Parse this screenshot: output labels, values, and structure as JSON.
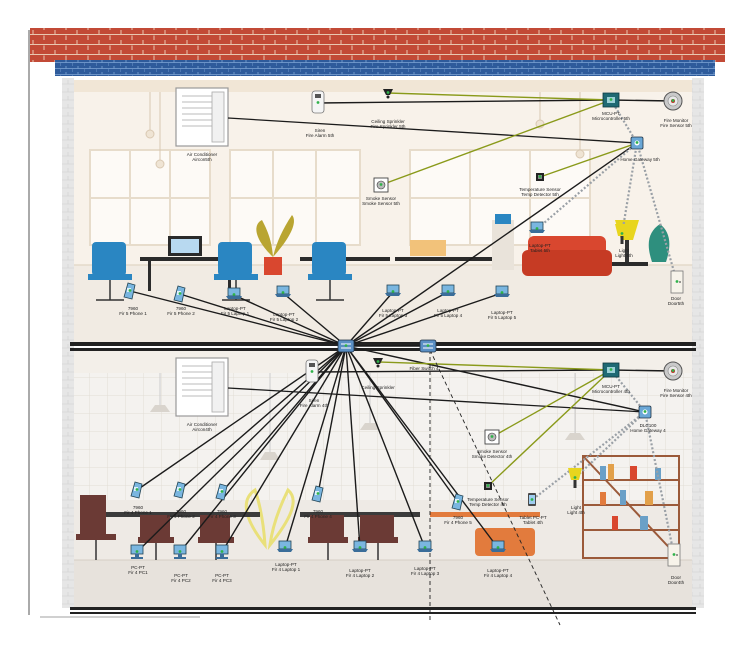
{
  "labels": {
    "ac_top": {
      "l1": "Air Conditioner",
      "l2": "Aircon5th"
    },
    "siren_top": {
      "l1": "Siren",
      "l2": "Fire Alarm 5th"
    },
    "ceiling_top": {
      "l1": "Ceiling Sprinkler",
      "l2": "Fire Sprinkler 5th"
    },
    "smoke_top": {
      "l1": "Smoke Sensor",
      "l2": "Smoke Sensor 5th"
    },
    "temp_top": {
      "l1": "Temperature Sensor",
      "l2": "Temp Detector 5th"
    },
    "mcu_top": {
      "l1": "MCU-PT",
      "l2": "Microcontroller 5th"
    },
    "fire_top": {
      "l1": "Fire Monitor",
      "l2": "Fire Sensor 5th"
    },
    "gw_top": {
      "l1": "Home Gateway 5th"
    },
    "light_top": {
      "l1": "Light",
      "l2": "Light 5th"
    },
    "laptop_right_top": {
      "l1": "Laptop-PT",
      "l2": "Tablet 5th"
    },
    "door_top": {
      "l1": "Door",
      "l2": "Door5th"
    },
    "phone1_top": {
      "l1": "7960",
      "l2": "Fir 5 Phone 1"
    },
    "phone2_top": {
      "l1": "7960",
      "l2": "Fir 5 Phone 2"
    },
    "laptop1_top": {
      "l1": "Laptop-PT",
      "l2": "Fir 5 Laptop 1"
    },
    "laptop2_top": {
      "l1": "Laptop-PT",
      "l2": "Fir 5 Laptop 2"
    },
    "laptop3_top": {
      "l1": "Laptop-PT",
      "l2": "Fir 5 Laptop 3"
    },
    "laptop4_top": {
      "l1": "Laptop-PT",
      "l2": "Fir 5 Laptop 4"
    },
    "laptop5_top": {
      "l1": "Laptop-PT",
      "l2": "Fir 5 Laptop 5"
    },
    "ac_bot": {
      "l1": "Air Conditioner",
      "l2": "Aircon4th"
    },
    "siren_bot": {
      "l1": "Siren",
      "l2": "Fire Alarm 4th"
    },
    "ceiling_bot": {
      "l1": "Ceiling Sprinkler"
    },
    "fiber": {
      "l1": "Fiber Switch 4"
    },
    "smoke_bot": {
      "l1": "Smoke Sensor",
      "l2": "Smoke Detector 4th"
    },
    "temp_bot": {
      "l1": "Temperature Sensor",
      "l2": "Temp Detector 4th"
    },
    "mcu_bot": {
      "l1": "MCU-PT",
      "l2": "Microcontroller 4th"
    },
    "fire_bot": {
      "l1": "Fire Monitor",
      "l2": "Fire Sensor 4th"
    },
    "gw_bot": {
      "l1": "DLC100",
      "l2": "Home Gateway 4"
    },
    "light_bot": {
      "l1": "Light",
      "l2": "Light 4th"
    },
    "tablet_bot": {
      "l1": "Tablet PC-PT",
      "l2": "Tablet 4th"
    },
    "door_bot": {
      "l1": "Door",
      "l2": "Door4th"
    },
    "phone1_bot": {
      "l1": "7960",
      "l2": "Fir 4 Phone 1"
    },
    "phone2_bot": {
      "l1": "7960",
      "l2": "Fir 4 Phone 2"
    },
    "phone3_bot": {
      "l1": "7960",
      "l2": "Fir 4 Phone 3"
    },
    "phone4_bot": {
      "l1": "7960",
      "l2": "Fir 4 Phone 4"
    },
    "phone5_bot": {
      "l1": "7960",
      "l2": "Fir 4 Phone 5"
    },
    "pc1_bot": {
      "l1": "PC-PT",
      "l2": "Fir 4 PC1"
    },
    "pc2_bot": {
      "l1": "PC-PT",
      "l2": "Fir 4 PC2"
    },
    "pc3_bot": {
      "l1": "PC-PT",
      "l2": "Fir 4 PC3"
    },
    "laptop1_bot": {
      "l1": "Laptop-PT",
      "l2": "Fir 4 Laptop 1"
    },
    "laptop2_bot": {
      "l1": "Laptop-PT",
      "l2": "Fir 4 Laptop 2"
    },
    "laptop3_bot": {
      "l1": "Laptop-PT",
      "l2": "Fir 4 Laptop 3"
    },
    "laptop4_bot": {
      "l1": "Laptop-PT",
      "l2": "Fir 4 Laptop 4"
    }
  },
  "colors": {
    "brick": "#c24a36",
    "roof_blue": "#2e5b9b",
    "wall": "#f7f1ea",
    "floor_line": "#222222",
    "cable": "#1b1b1b",
    "wireless": "#8a9a1a",
    "sofa": "#d9472f",
    "chair_blue": "#2a86c2",
    "chair_brown": "#6b3a35",
    "lamp": "#e8d51e"
  }
}
